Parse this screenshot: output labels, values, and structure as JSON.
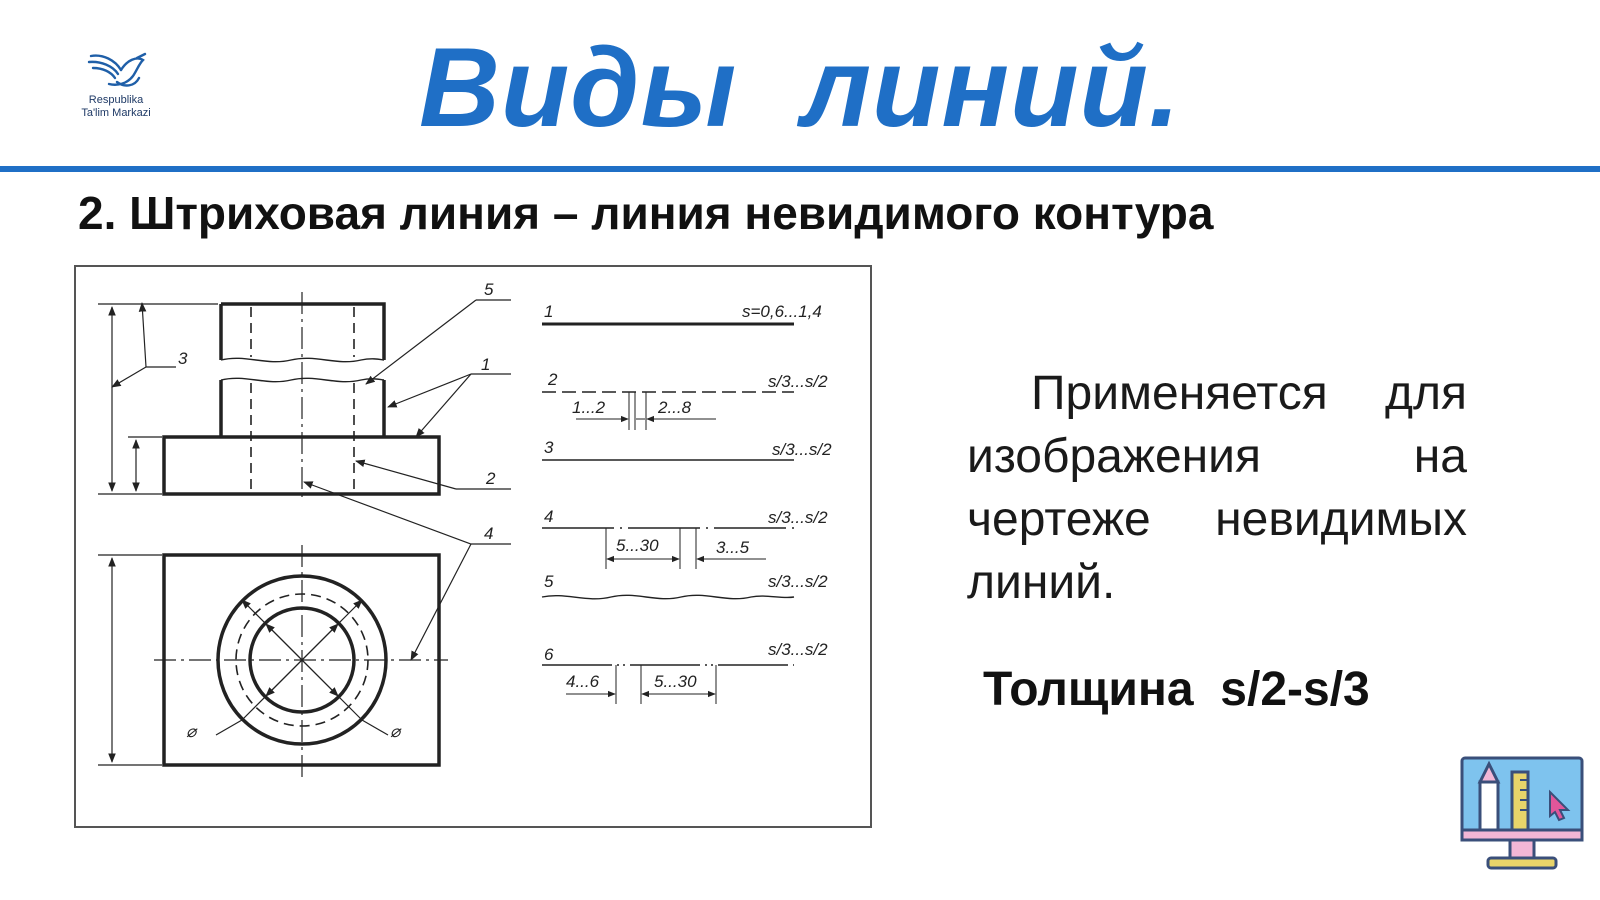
{
  "logo": {
    "line1": "Respublika",
    "line2": "Ta'lim Markazi"
  },
  "title": "Виды  линий.",
  "subtitle": "2. Штриховая линия – линия невидимого контура",
  "drawing": {
    "callouts": {
      "c1": "1",
      "c2": "2",
      "c3": "3",
      "c4": "4",
      "c5": "5"
    },
    "diameter_symbol": "⌀",
    "line_types": [
      {
        "num": "1",
        "thickness": "s=0,6...1,4"
      },
      {
        "num": "2",
        "thickness": "s/3...s/2",
        "dim_a": "1...2",
        "dim_b": "2...8"
      },
      {
        "num": "3",
        "thickness": "s/3...s/2"
      },
      {
        "num": "4",
        "thickness": "s/3...s/2",
        "dim_a": "5...30",
        "dim_b": "3...5"
      },
      {
        "num": "5",
        "thickness": "s/3...s/2"
      },
      {
        "num": "6",
        "thickness": "s/3...s/2",
        "dim_a": "4...6",
        "dim_b": "5...30"
      }
    ]
  },
  "description": "Применяется для изображения на чертеже невидимых линий.",
  "thickness_note": "Толщина  s/2-s/3",
  "colors": {
    "brand_blue": "#1f6fc6",
    "rule_blue": "#1f6fc6"
  },
  "icons": {
    "logo": "bird-logo-icon",
    "corner": "drafting-monitor-icon"
  }
}
